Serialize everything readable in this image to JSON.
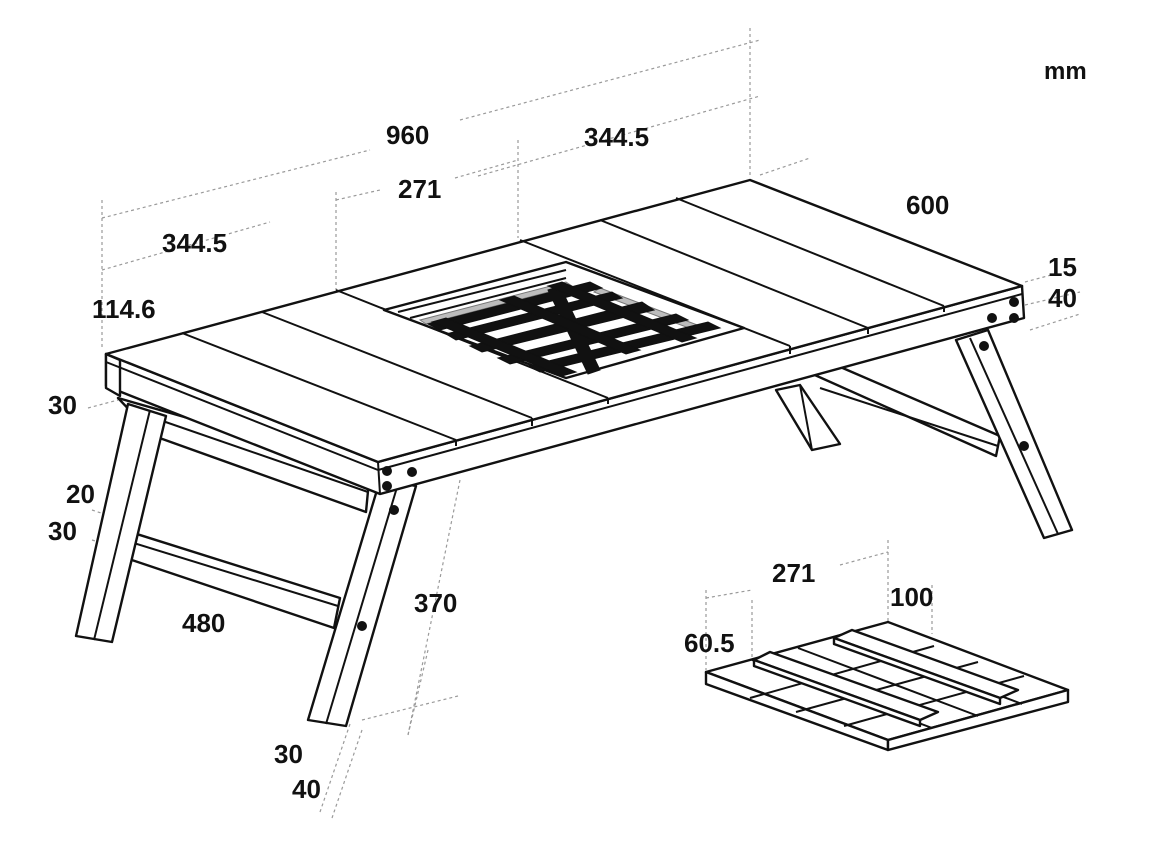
{
  "unit": "mm",
  "dimensions": {
    "total_length": "960",
    "top_left_section": "344.5",
    "top_center_section": "271",
    "top_right_section": "344.5",
    "depth": "600",
    "end_offset": "114.6",
    "top_thickness": "15",
    "rail_height": "40",
    "apron_height": "30",
    "stretcher_gap": "20",
    "stretcher_height": "30",
    "stretcher_length": "480",
    "leg_length": "370",
    "leg_thickness": "30",
    "leg_width": "40",
    "insert_length": "271",
    "insert_batten_offset": "60.5",
    "insert_batten_spacing": "100"
  },
  "colors": {
    "line": "#111111",
    "guide": "#9a9a9a",
    "background": "#ffffff"
  }
}
